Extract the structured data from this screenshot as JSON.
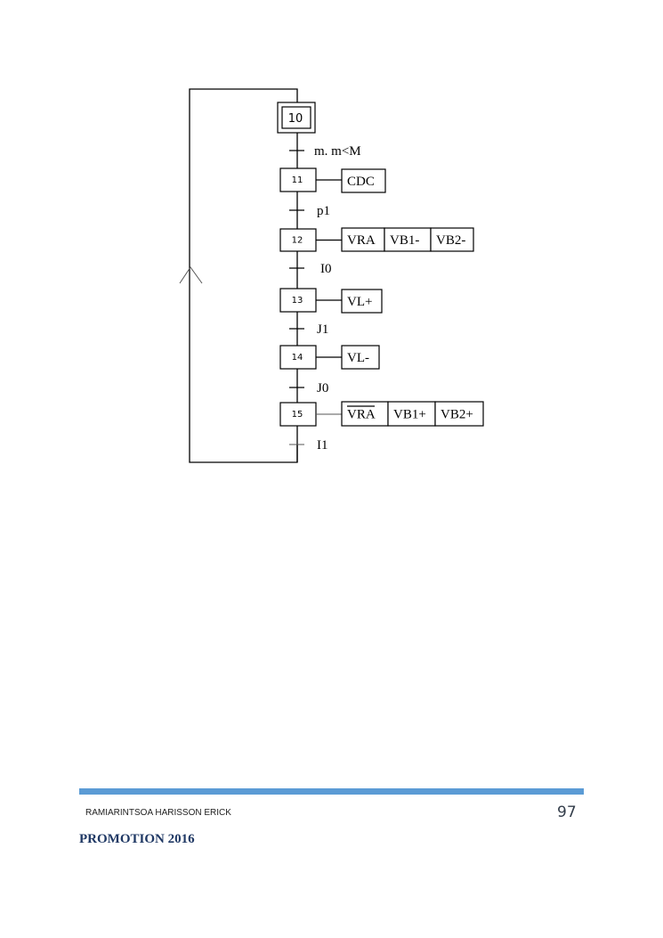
{
  "diagram": {
    "type": "grafcet",
    "initial_step": "10",
    "steps": [
      {
        "id": "10",
        "initial": true,
        "actions": []
      },
      {
        "id": "11",
        "initial": false,
        "actions": [
          {
            "label": "CDC",
            "negated": false
          }
        ]
      },
      {
        "id": "12",
        "initial": false,
        "actions": [
          {
            "label": "VRA",
            "negated": false
          },
          {
            "label": "VB1-",
            "negated": false
          },
          {
            "label": "VB2-",
            "negated": false
          }
        ]
      },
      {
        "id": "13",
        "initial": false,
        "actions": [
          {
            "label": "VL+",
            "negated": false
          }
        ]
      },
      {
        "id": "14",
        "initial": false,
        "actions": [
          {
            "label": "VL-",
            "negated": false
          }
        ]
      },
      {
        "id": "15",
        "initial": false,
        "actions": [
          {
            "label": "VRA",
            "negated": true
          },
          {
            "label": "VB1+",
            "negated": false
          },
          {
            "label": "VB2+",
            "negated": false
          }
        ]
      }
    ],
    "transitions": [
      {
        "from": "10",
        "to": "11",
        "condition": "m. m<M"
      },
      {
        "from": "11",
        "to": "12",
        "condition": "p1"
      },
      {
        "from": "12",
        "to": "13",
        "condition": "I0"
      },
      {
        "from": "13",
        "to": "14",
        "condition": "J1"
      },
      {
        "from": "14",
        "to": "15",
        "condition": "J0"
      },
      {
        "from": "15",
        "to": "10",
        "condition": "I1"
      }
    ],
    "loop_back": {
      "from": "15",
      "to": "10",
      "arrow": "up"
    }
  },
  "footer": {
    "author": "RAMIARINTSOA HARISSON ERICK",
    "page_number": "97",
    "promotion": "PROMOTION 2016",
    "bar_color": "#5b9bd5"
  }
}
